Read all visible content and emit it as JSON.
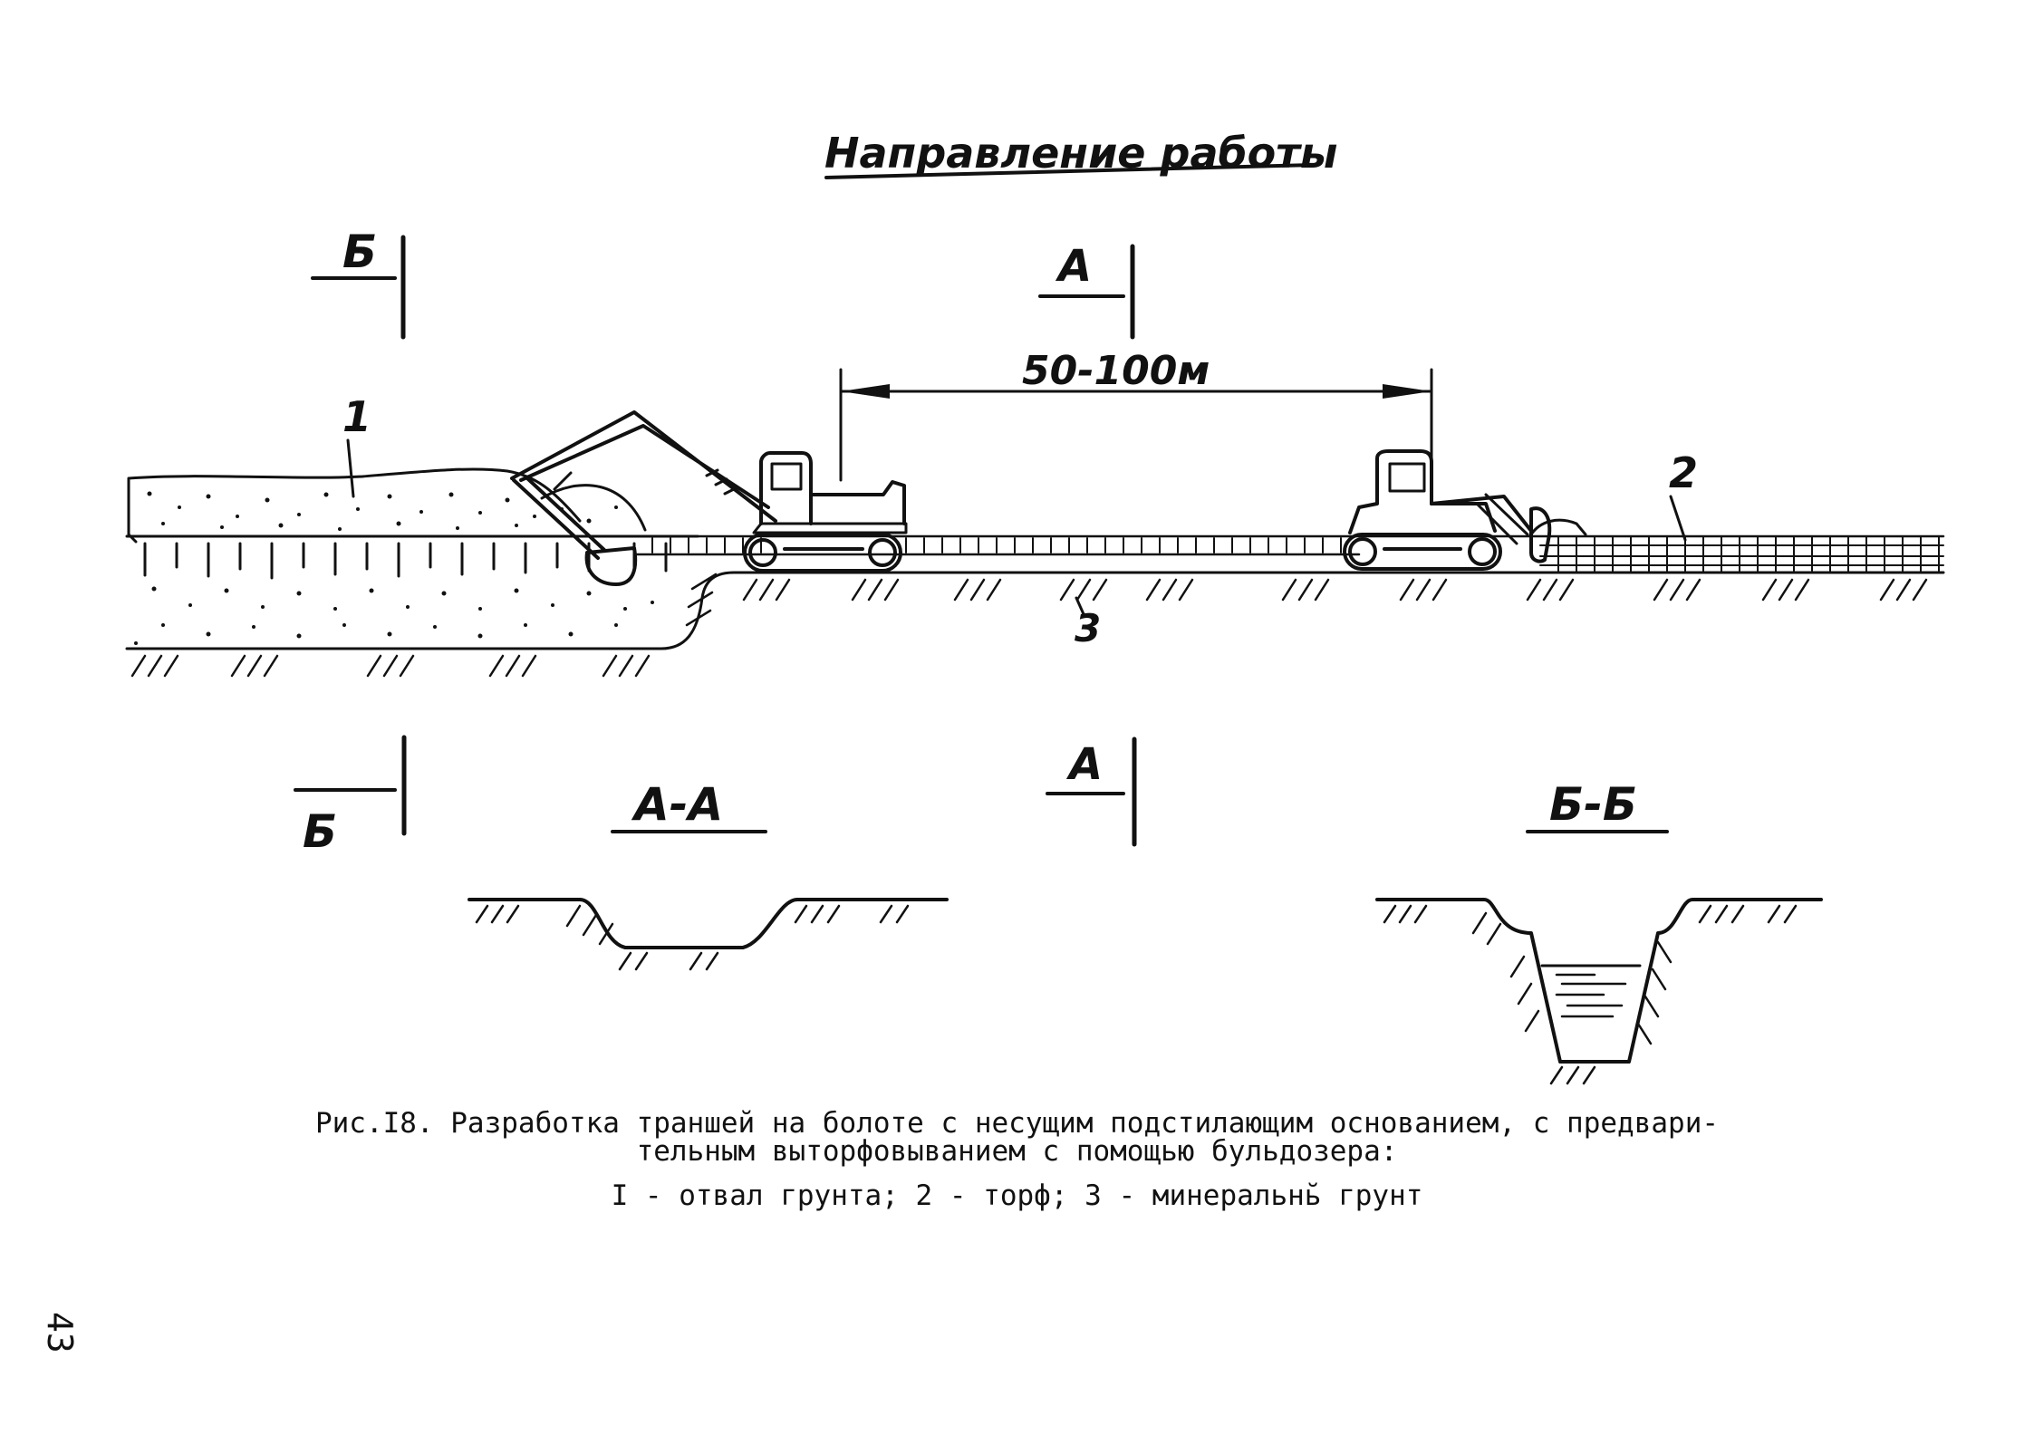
{
  "heading": "Направление работы",
  "section_marks": {
    "b_top": "Б",
    "a_top": "А",
    "b_bottom": "Б",
    "a_bottom": "А"
  },
  "distance_label": "50-100м",
  "callouts": {
    "spoil": "1",
    "peat": "2",
    "mineral": "3"
  },
  "sections": {
    "aa_title": "А-А",
    "bb_title": "Б-Б"
  },
  "caption": {
    "line1": "Рис.I8. Разработка траншей на болоте с несущим подстилающим основанием, с предвари-",
    "line2": "тельным выторфовыванием с помощью бульдозера:",
    "line3": "I - отвал грунта; 2 - торф; 3 - минеральнь̆ грунт"
  },
  "page_number": "43"
}
